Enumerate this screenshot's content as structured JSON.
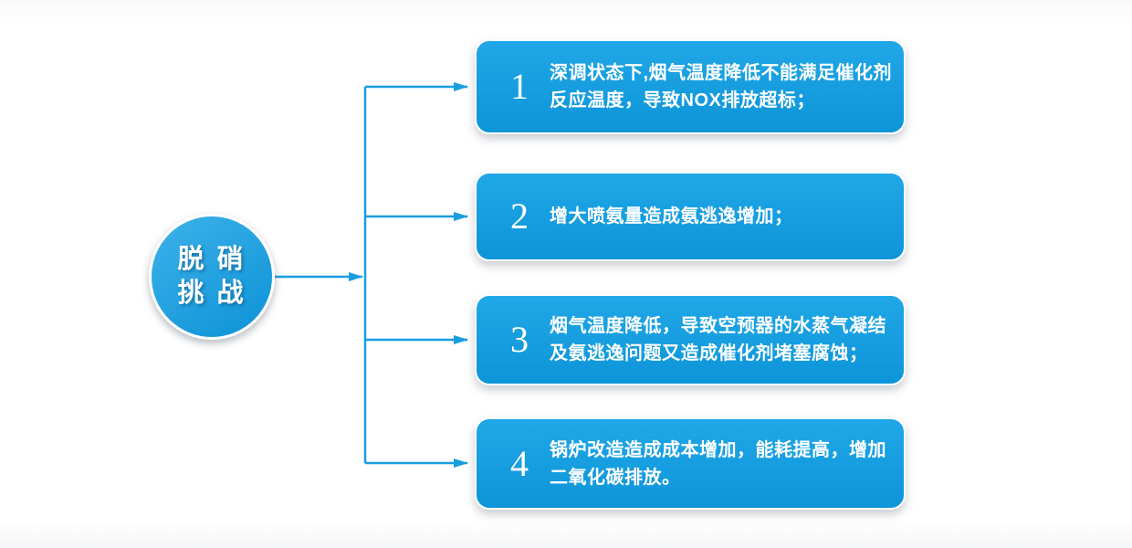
{
  "colors": {
    "line_blue": "#199de2",
    "box_top": "#1fa7e7",
    "box_bottom": "#0d95d9",
    "circle_top": "#3db2ea",
    "circle_bottom": "#0c92d7"
  },
  "hub": {
    "label": "脱 硝\n挑 战"
  },
  "cards": [
    {
      "number": "1",
      "text": "深调状态下,烟气温度降低不能满足催化剂\n反应温度，导致NOX排放超标；"
    },
    {
      "number": "2",
      "text": "增大喷氨量造成氨逃逸增加；"
    },
    {
      "number": "3",
      "text": "烟气温度降低，导致空预器的水蒸气凝结\n及氨逃逸问题又造成催化剂堵塞腐蚀；"
    },
    {
      "number": "4",
      "text": "锅炉改造造成成本增加，能耗提高，增加\n二氧化碳排放。"
    }
  ]
}
